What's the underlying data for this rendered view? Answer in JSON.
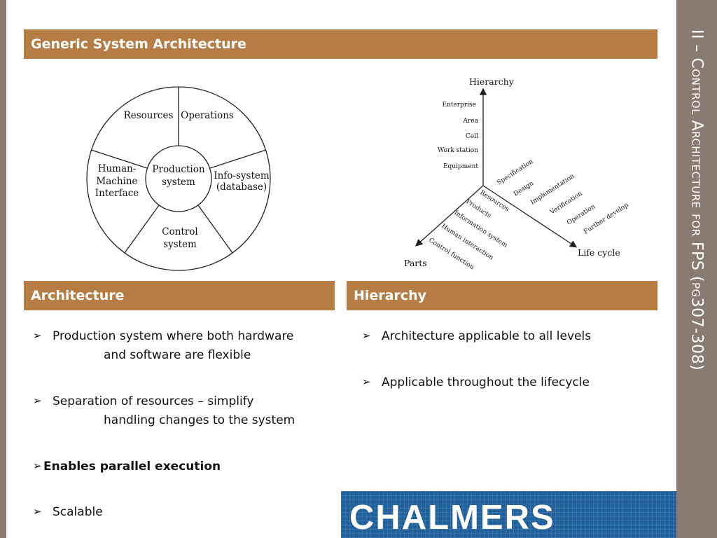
{
  "side_title": "II – Control Architecture for FPS (pg307-308)",
  "headers": {
    "main": "Generic System Architecture",
    "architecture": "Architecture",
    "hierarchy": "Hierarchy"
  },
  "wheel": {
    "center": [
      "Production",
      "system"
    ],
    "segments": [
      [
        "Resources"
      ],
      [
        "Operations"
      ],
      [
        "Info-system",
        "(database)"
      ],
      [
        "Control",
        "system"
      ],
      [
        "Human-",
        "Machine",
        "Interface"
      ]
    ]
  },
  "axes_diagram": {
    "vertical_axis_label": "Hierarchy",
    "hierarchy_levels": [
      "Enterprise",
      "Area",
      "Cell",
      "Work station",
      "Equipment"
    ],
    "right_axis_label": "Life cycle",
    "lifecycle_stages": [
      "Specification",
      "Design",
      "Implementation",
      "Verification",
      "Operation",
      "Further develop"
    ],
    "left_axis_label": "Parts",
    "parts": [
      "Resources",
      "Products",
      "Information system",
      "Human interaction",
      "Control function"
    ]
  },
  "architecture_bullets": [
    {
      "line1": "Production system where both hardware",
      "line2": "and software are flexible",
      "bold": false
    },
    {
      "line1": "Separation of resources – simplify",
      "line2": "handling changes to the system",
      "bold": false
    },
    {
      "line1": "Enables parallel execution",
      "line2": "",
      "bold": true
    },
    {
      "line1": "Scalable",
      "line2": "",
      "bold": false
    }
  ],
  "hierarchy_bullets": [
    "Architecture applicable to all levels",
    "Applicable throughout the lifecycle"
  ],
  "bullet_marker": "➢",
  "logo_text": "CHALMERS",
  "colors": {
    "header": "#b57d44",
    "side_bar": "#8a7b72",
    "logo": "#1f5f9a"
  }
}
